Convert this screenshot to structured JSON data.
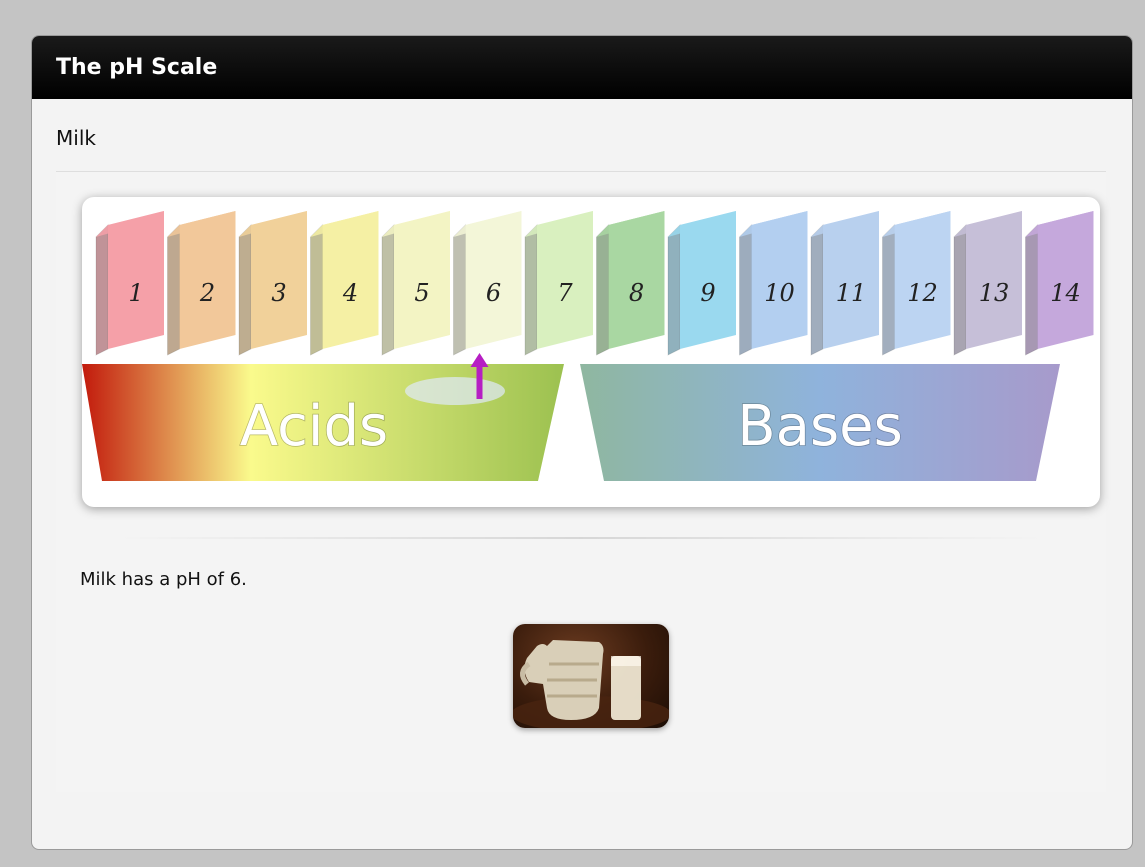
{
  "window": {
    "title": "The pH Scale"
  },
  "subtitle": "Milk",
  "scale": {
    "blocks": [
      {
        "label": "1",
        "color": "#f5a0a8"
      },
      {
        "label": "2",
        "color": "#f2c89a"
      },
      {
        "label": "3",
        "color": "#f1d19a"
      },
      {
        "label": "4",
        "color": "#f5f0a4"
      },
      {
        "label": "5",
        "color": "#f3f4c4"
      },
      {
        "label": "6",
        "color": "#f3f6d8"
      },
      {
        "label": "7",
        "color": "#d9f0bf"
      },
      {
        "label": "8",
        "color": "#a9d7a2"
      },
      {
        "label": "9",
        "color": "#9ad9ef"
      },
      {
        "label": "10",
        "color": "#b3cff0"
      },
      {
        "label": "11",
        "color": "#b8d0ee"
      },
      {
        "label": "12",
        "color": "#bcd4f2"
      },
      {
        "label": "13",
        "color": "#c6bfd8"
      },
      {
        "label": "14",
        "color": "#c5a8dc"
      }
    ],
    "acids_label": "Acids",
    "bases_label": "Bases",
    "indicator_value": 6,
    "indicator_color": "#b61ec3"
  },
  "description": "Milk has a pH of 6.",
  "image": {
    "subject": "milk-jug-and-glass"
  }
}
